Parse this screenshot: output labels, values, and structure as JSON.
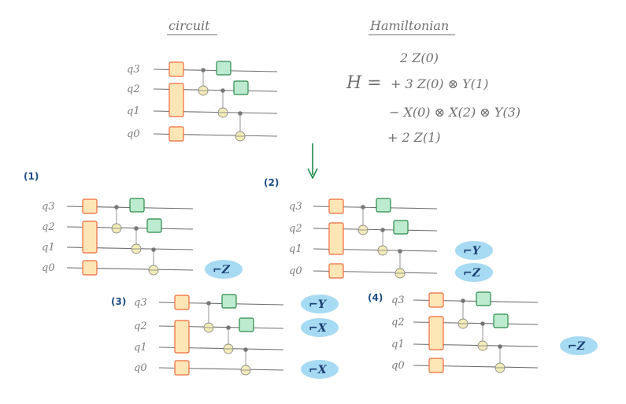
{
  "titles": {
    "circuit": "circuit",
    "hamiltonian": "Hamiltonian"
  },
  "hamiltonian": {
    "symbol": "H =",
    "terms": [
      "2 Z(0)",
      "+ 3 Z(0) ⊗ Y(1)",
      "− X(0) ⊗ X(2) ⊗ Y(3)",
      "+ 2 Z(1)"
    ]
  },
  "qubit_labels": [
    "q3",
    "q2",
    "q1",
    "q0"
  ],
  "panels": [
    {
      "number": "",
      "measurements": []
    },
    {
      "number": "(1)",
      "measurements": [
        {
          "qubit": "q0",
          "text": "⌐Z"
        }
      ]
    },
    {
      "number": "(2)",
      "measurements": [
        {
          "qubit": "q1",
          "text": "⌐Y"
        },
        {
          "qubit": "q0",
          "text": "⌐Z"
        }
      ]
    },
    {
      "number": "(3)",
      "measurements": [
        {
          "qubit": "q3",
          "text": "⌐Y"
        },
        {
          "qubit": "q2",
          "text": "⌐X"
        },
        {
          "qubit": "q0",
          "text": "⌐X"
        }
      ]
    },
    {
      "number": "(4)",
      "measurements": [
        {
          "qubit": "q1",
          "text": "⌐Z"
        }
      ]
    }
  ],
  "colors": {
    "hadamard": "#fde6b6",
    "gate_green": "#bdebd0",
    "measure": "#a7daf3",
    "arrow": "#1f8a4c"
  }
}
